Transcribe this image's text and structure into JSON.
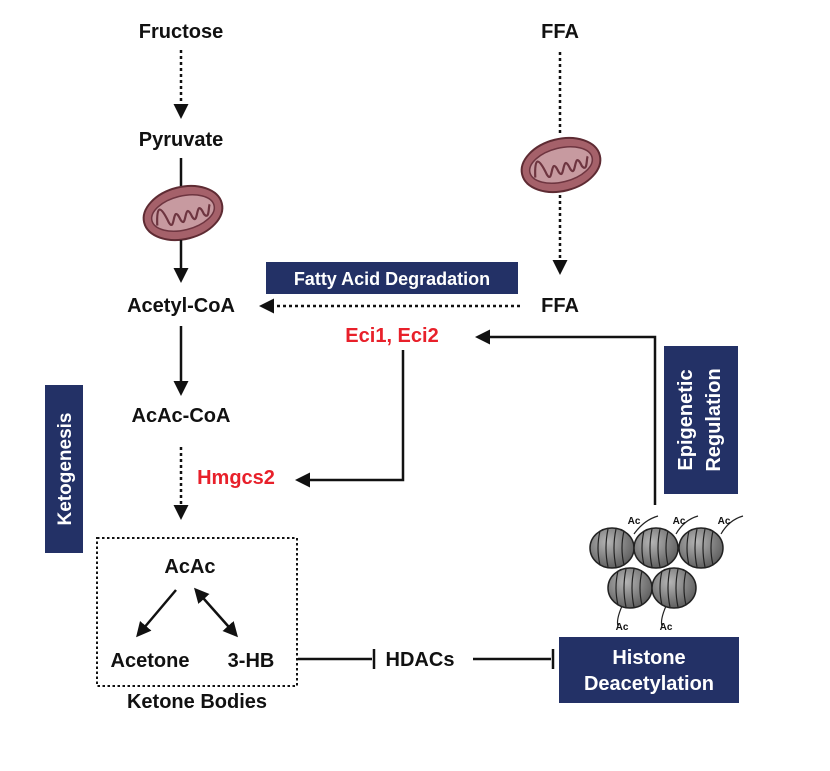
{
  "nodes": {
    "fructose": "Fructose",
    "ffa_top": "FFA",
    "pyruvate": "Pyruvate",
    "acetyl_coa": "Acetyl-CoA",
    "ffa_mid": "FFA",
    "eci": "Eci1, Eci2",
    "acac_coa": "AcAc-CoA",
    "hmgcs2": "Hmgcs2",
    "acac": "AcAc",
    "acetone": "Acetone",
    "three_hb": "3-HB",
    "ketone_bodies": "Ketone Bodies",
    "hdacs": "HDACs"
  },
  "boxes": {
    "fatty_acid_degradation": "Fatty Acid Degradation",
    "ketogenesis": "Ketogenesis",
    "epigenetic_line1": "Epigenetic",
    "epigenetic_line2": "Regulation",
    "histone_line1": "Histone",
    "histone_line2": "Deacetylation"
  },
  "acetyl_mark": "Ac",
  "colors": {
    "box_fill": "#233166",
    "enzyme_red": "#e8202a",
    "text": "#111111",
    "mito_fill": "#a5616a",
    "nucleosome": "#7c7c7c"
  }
}
